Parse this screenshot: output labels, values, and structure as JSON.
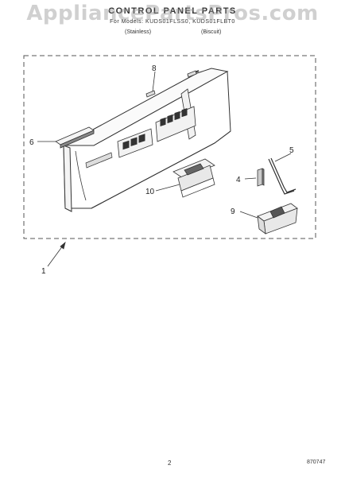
{
  "header": {
    "title": "CONTROL PANEL PARTS",
    "model_line": "For Models: KUDS01FLSS0, KUDS01FLBT0",
    "color_left": "(Stainless)",
    "color_right": "(Biscuit)"
  },
  "watermark": "AppliancePartsPros.com",
  "callouts": [
    "1",
    "4",
    "5",
    "6",
    "8",
    "9",
    "10"
  ],
  "footer": {
    "page_number": "2",
    "document_code": "870747"
  },
  "colors": {
    "line": "#333333",
    "dashed_border": "#555555",
    "watermark": "#969696"
  }
}
